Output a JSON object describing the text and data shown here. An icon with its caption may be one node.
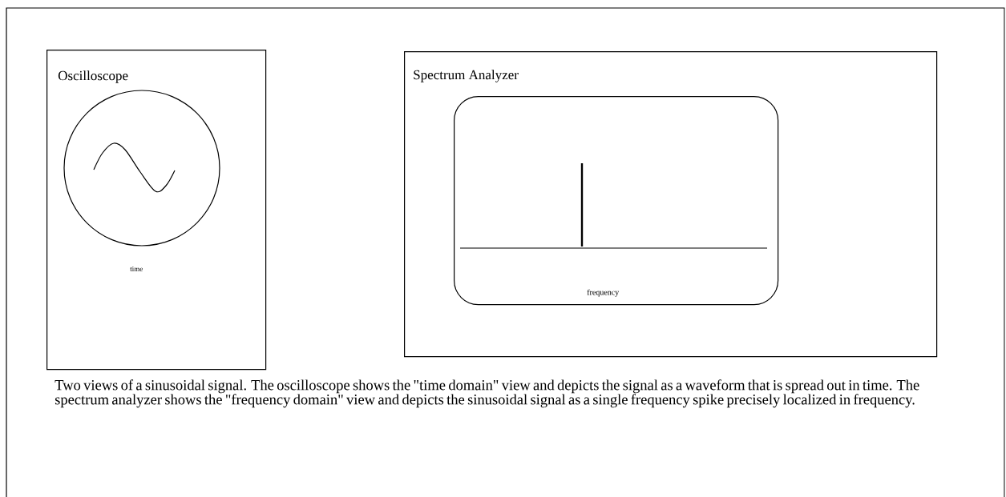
{
  "diagram": {
    "caption": "Two views of a sinusoidal signal. The oscilloscope shows the \"time domain\" view and depicts the signal as a waveform that is spread out in time.  The spectrum analyzer shows the \"frequency domain\" view and depicts the sinusoidal signal as a single frequency spike precisely localized in frequency.",
    "nodes": [
      {
        "text": [
          "Oscilloscope",
          "time"
        ]
      },
      {
        "text": [
          "Spectrum Analyzer"
        ]
      },
      {
        "text": [
          "frequency"
        ],
        "in": 1
      }
    ]
  }
}
